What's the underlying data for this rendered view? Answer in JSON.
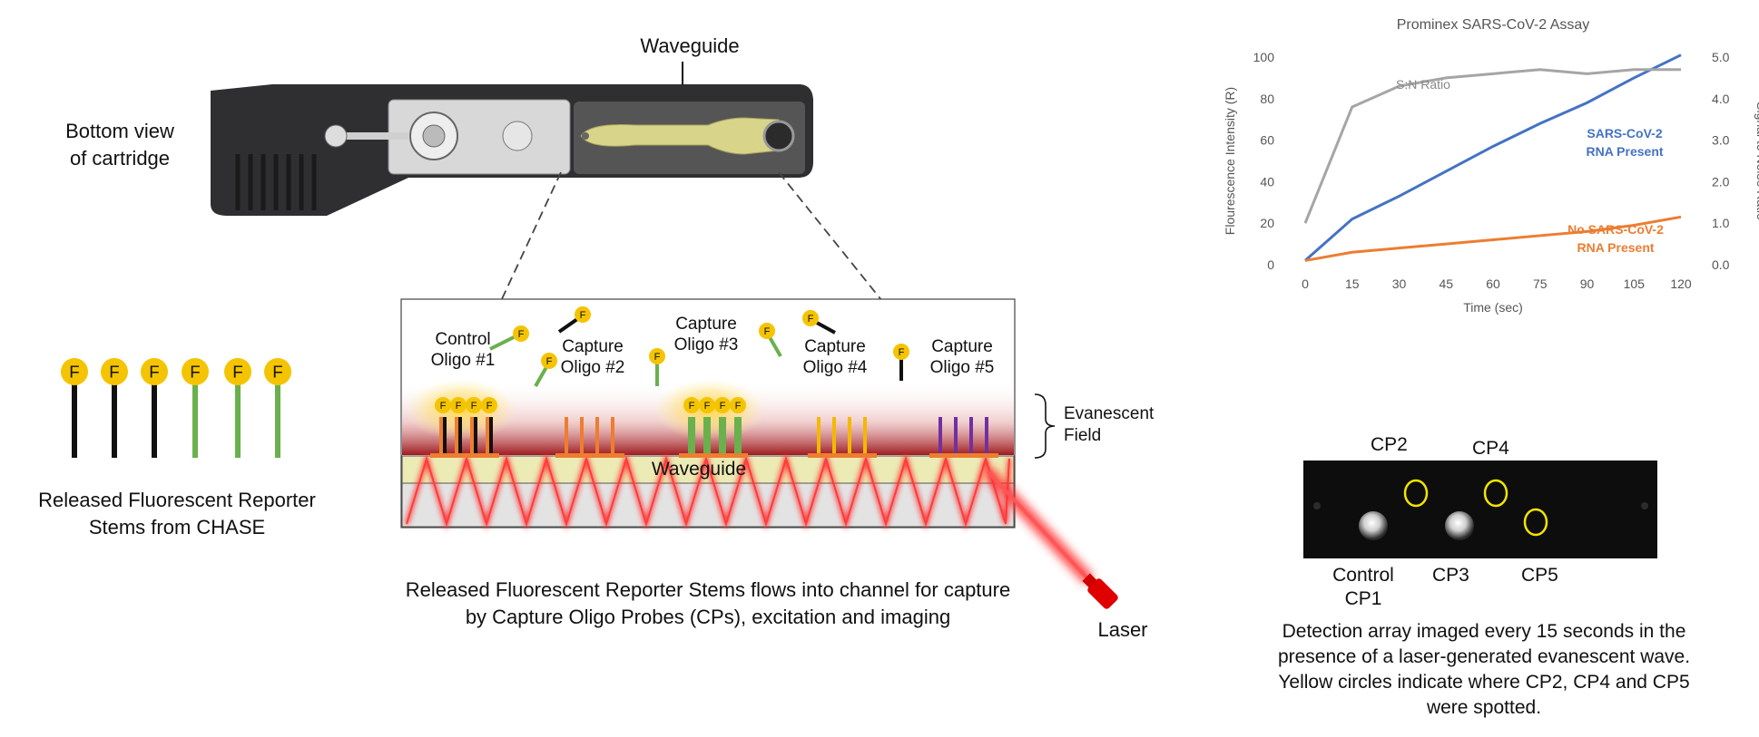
{
  "cartridge": {
    "view_label_line1": "Bottom view",
    "view_label_line2": "of cartridge",
    "waveguide_label": "Waveguide"
  },
  "reporters": {
    "caption_line1": "Released Fluorescent Reporter",
    "caption_line2": "Stems from CHASE",
    "fluor_letter": "F",
    "stem_colors": [
      "#111111",
      "#111111",
      "#111111",
      "#6ab04c",
      "#6ab04c",
      "#6ab04c"
    ]
  },
  "channel": {
    "probes": [
      {
        "line1": "Control",
        "line2": "Oligo #1"
      },
      {
        "line1": "Capture",
        "line2": "Oligo #2"
      },
      {
        "line1": "Capture",
        "line2": "Oligo #3"
      },
      {
        "line1": "Capture",
        "line2": "Oligo #4"
      },
      {
        "line1": "Capture",
        "line2": "Oligo #5"
      }
    ],
    "waveguide_label": "Waveguide",
    "field_label_line1": "Evanescent",
    "field_label_line2": "Field",
    "laser_label": "Laser",
    "caption_line1": "Released Fluorescent Reporter Stems flows into channel for capture",
    "caption_line2": "by Capture Oligo Probes (CPs), excitation and imaging"
  },
  "chart_data": {
    "type": "line",
    "title": "Prominex SARS-CoV-2 Assay",
    "xlabel": "Time (sec)",
    "ylabel": "Flourescence Intensity (R)",
    "y2label": "Signal to Noise Ratio",
    "x": [
      0,
      15,
      30,
      45,
      60,
      75,
      90,
      105,
      120
    ],
    "xlim": [
      0,
      120
    ],
    "ylim": [
      0,
      100
    ],
    "y2lim": [
      0,
      5
    ],
    "yticks": [
      "0",
      "20",
      "40",
      "60",
      "80",
      "100"
    ],
    "y2ticks": [
      "0.0",
      "1.0",
      "2.0",
      "3.0",
      "4.0",
      "5.0"
    ],
    "xticks": [
      "0",
      "15",
      "30",
      "45",
      "60",
      "75",
      "90",
      "105",
      "120"
    ],
    "grid": false,
    "series": [
      {
        "name": "SARS-CoV-2 RNA Present",
        "label_line1": "SARS-CoV-2",
        "label_line2": "RNA Present",
        "axis": "left",
        "color": "#4472c4",
        "values": [
          2,
          22,
          33,
          45,
          57,
          68,
          78,
          90,
          101
        ]
      },
      {
        "name": "No SARS-CoV-2 RNA Present",
        "label_line1": "No SARS-CoV-2",
        "label_line2": "RNA Present",
        "axis": "left",
        "color": "#ed7d31",
        "values": [
          2,
          6,
          8,
          10,
          12,
          14,
          16,
          19,
          23
        ]
      },
      {
        "name": "S:N Ratio",
        "label_line1": "S:N Ratio",
        "axis": "right",
        "color": "#a5a5a5",
        "values": [
          1.0,
          3.8,
          4.3,
          4.5,
          4.6,
          4.7,
          4.6,
          4.7,
          4.7
        ]
      }
    ]
  },
  "array": {
    "labels_top": [
      "CP2",
      "CP4"
    ],
    "labels_bottom": [
      {
        "line1": "Control",
        "line2": "CP1"
      },
      {
        "line1": "CP3",
        "line2": ""
      },
      {
        "line1": "CP5",
        "line2": ""
      }
    ],
    "caption_lines": [
      "Detection array imaged every 15 seconds in the",
      "presence of a laser-generated evanescent wave.",
      "Yellow circles indicate where CP2, CP4 and CP5",
      "were spotted."
    ]
  }
}
